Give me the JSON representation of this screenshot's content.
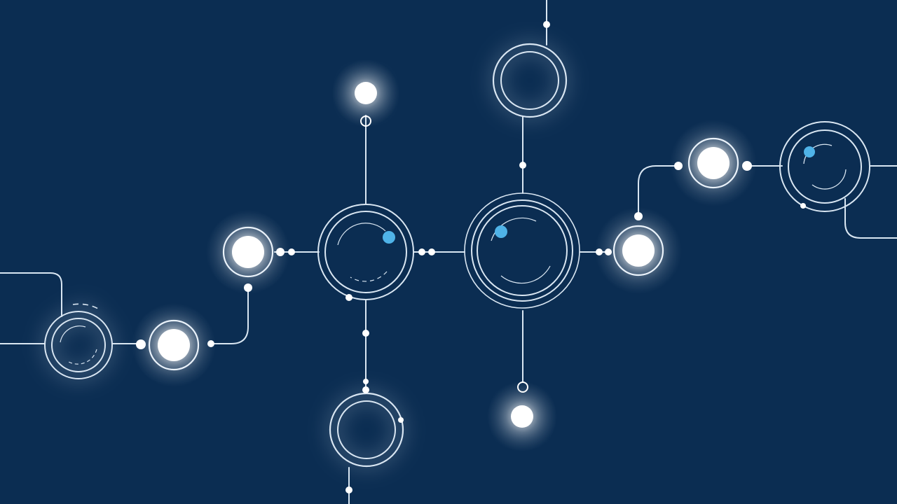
{
  "diagram": {
    "type": "network-nodes",
    "colors": {
      "background": "#0b2d52",
      "line": "#d9e6f2",
      "glow_core": "#ffffff",
      "accent": "#4fb3e8"
    },
    "node_kinds": [
      "glowing-dot",
      "ring-node",
      "hub",
      "connector-dot"
    ]
  }
}
